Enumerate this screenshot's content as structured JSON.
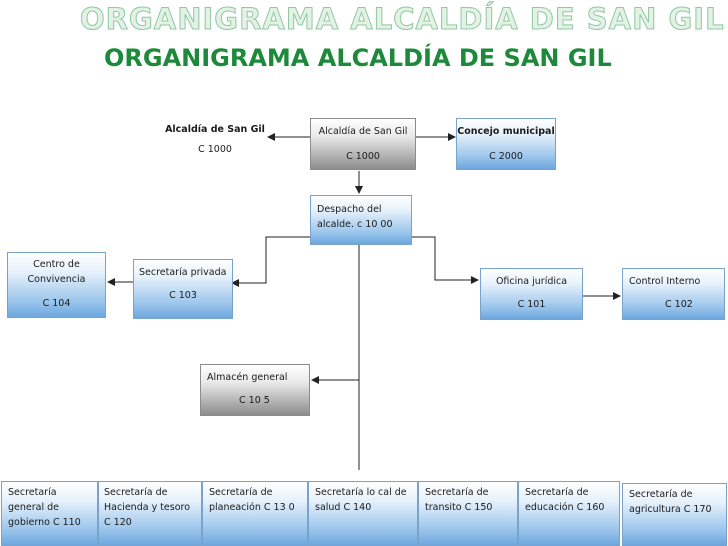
{
  "title": "ORGANIGRAMA ALCALDÍA DE SAN GIL",
  "colors": {
    "title": "#1c8a3a",
    "box_blue": "#6da7de",
    "box_gray": "#8c8c8c",
    "connector": "#222222"
  },
  "nodes": {
    "alcaldia_left": {
      "name": "Alcaldía de San Gil",
      "code": "C 1000"
    },
    "alcaldia_center": {
      "name": "Alcaldía de San Gil",
      "code": "C 1000"
    },
    "concejo": {
      "name": "Concejo municipal",
      "code": "C 2000"
    },
    "despacho": {
      "line1": "Despacho del",
      "line2": "alcalde. c 10 00"
    },
    "centro": {
      "line1": "Centro de",
      "line2": "Convivencia",
      "code": "C 104"
    },
    "privada": {
      "name": "Secretaría privada",
      "code": "C 103"
    },
    "juridica": {
      "name": "Oficina jurídica",
      "code": "C 101"
    },
    "control": {
      "name": "Control Interno",
      "code": "C 102"
    },
    "almacen": {
      "name": "Almacén general",
      "code": "C 10 5"
    }
  },
  "secretarias": [
    {
      "lines": [
        "Secretaría",
        "general de",
        "gobierno C 110"
      ]
    },
    {
      "lines": [
        "Secretaría de",
        "Hacienda y tesoro",
        "C 120"
      ]
    },
    {
      "lines": [
        "Secretaría de",
        "planeación C 13 0"
      ]
    },
    {
      "lines": [
        "Secretaría lo cal de",
        "salud      C 140"
      ]
    },
    {
      "lines": [
        "Secretaría de",
        "transito C 150"
      ]
    },
    {
      "lines": [
        "Secretaría de",
        "educación C 160"
      ]
    },
    {
      "lines": [
        "Secretaría de",
        "agricultura C 170"
      ]
    }
  ]
}
